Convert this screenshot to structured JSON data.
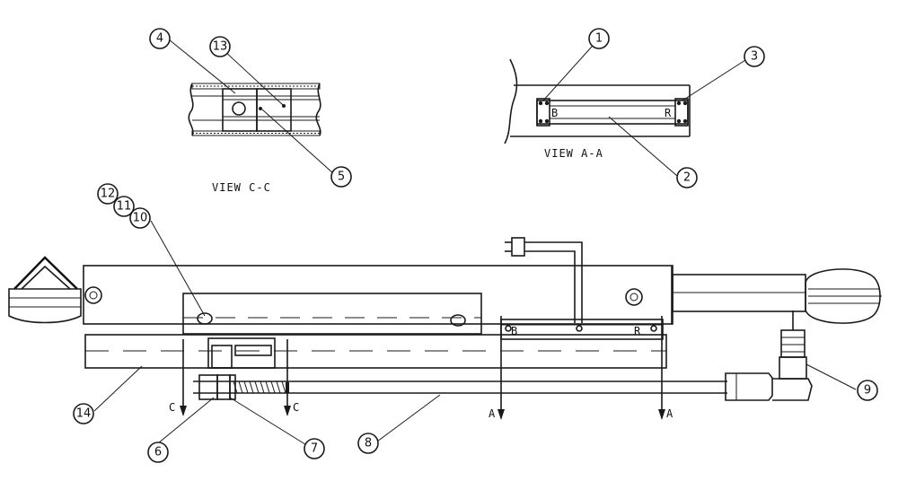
{
  "views": {
    "c_c": "VIEW C-C",
    "a_a": "VIEW A-A"
  },
  "callouts": [
    "1",
    "2",
    "3",
    "4",
    "5",
    "6",
    "7",
    "8",
    "9",
    "10",
    "11",
    "12",
    "13",
    "14"
  ],
  "section_marks": {
    "c": "C",
    "a": "A"
  },
  "tape_marks": {
    "b": "B",
    "r": "R"
  }
}
